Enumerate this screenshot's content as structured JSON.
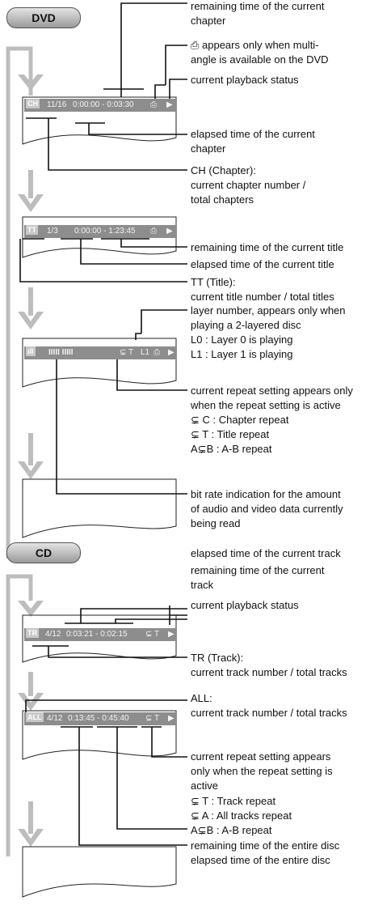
{
  "dvd": {
    "badge": "DVD",
    "screen1": {
      "chip": "CH",
      "chapter": "11/16",
      "time": "0:00:00 - 0:03:30",
      "angle_icon": "⎙",
      "play_icon": "▶"
    },
    "screen2": {
      "chip": "TT",
      "title": "1/3",
      "time": "0:00:00 - 1:23:45",
      "angle_icon": "⎙",
      "play_icon": "▶"
    },
    "screen3": {
      "chip": "ıll",
      "bitrate": "IIIII IIIII",
      "repeat": "⊊ T",
      "layer": "L1",
      "angle_icon": "⎙",
      "play_icon": "▶"
    },
    "labels": [
      "remaining time of the current",
      "chapter",
      "⎙ appears only when multi-",
      "angle is available on the DVD",
      "current playback status",
      "elapsed time of the current",
      "chapter",
      "CH (Chapter):",
      "current chapter number /",
      "total chapters",
      "remaining time of the current title",
      "elapsed time of the current title",
      "TT (Title):",
      "current title number / total titles",
      "layer number, appears only when",
      "playing a 2-layered disc",
      "L0 :  Layer 0 is playing",
      "L1 :  Layer 1 is playing",
      "current repeat setting appears only",
      "when the repeat setting is active",
      "⊊ C :  Chapter repeat",
      "⊊ T :  Title repeat",
      "A⊊B : A-B repeat",
      "bit rate indication for the amount",
      "of audio and video data currently",
      "being read"
    ]
  },
  "cd": {
    "badge": "CD",
    "screen1": {
      "chip": "TR",
      "track": "4/12",
      "time": "0:03:21 - 0:02:15",
      "repeat": "⊊ T",
      "play_icon": "▶"
    },
    "screen2": {
      "chip": "ALL",
      "track": "4/12",
      "time": "0:13:45 - 0:45:40",
      "repeat": "⊊ T",
      "play_icon": "▶"
    },
    "labels": [
      "elapsed time of the current track",
      "remaining time of the current",
      "track",
      "current playback status",
      "TR (Track):",
      "current track number / total tracks",
      "ALL:",
      "current track number / total tracks",
      "current repeat setting appears",
      "only when the repeat setting is",
      "active",
      "⊊ T :  Track repeat",
      "⊊ A :  All tracks repeat",
      "A⊊B : A-B repeat",
      "remaining time of the entire disc",
      "elapsed time of the entire disc"
    ]
  }
}
